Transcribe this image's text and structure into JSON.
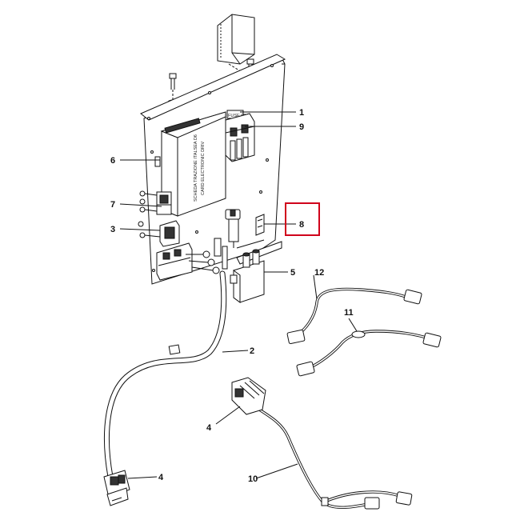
{
  "highlight_color": "#d0021b",
  "board_text": {
    "line1": "SCHEDA TRAZIONE ITALSEA D6",
    "line2": "CARD ELECTRONIC DRIV",
    "relay_tag": "FUSE 60A"
  },
  "callouts": [
    {
      "id": "c1",
      "label": "1"
    },
    {
      "id": "c9",
      "label": "9"
    },
    {
      "id": "c6",
      "label": "6"
    },
    {
      "id": "c7",
      "label": "7"
    },
    {
      "id": "c3",
      "label": "3"
    },
    {
      "id": "c8",
      "label": "8",
      "highlighted": true
    },
    {
      "id": "c5",
      "label": "5"
    },
    {
      "id": "c12",
      "label": "12"
    },
    {
      "id": "c11",
      "label": "11"
    },
    {
      "id": "c2",
      "label": "2"
    },
    {
      "id": "c4a",
      "label": "4"
    },
    {
      "id": "c10",
      "label": "10"
    },
    {
      "id": "c4b",
      "label": "4"
    }
  ]
}
